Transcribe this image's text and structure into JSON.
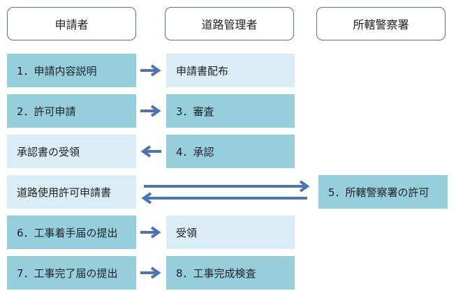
{
  "headers": {
    "applicant": "申請者",
    "road_admin": "道路管理者",
    "police": "所轄警察署"
  },
  "steps": {
    "row1_left": "1．申請内容説明",
    "row1_right": "申請書配布",
    "row2_left": "2．許可申請",
    "row2_right": "3．審査",
    "row3_left": "承認書の受領",
    "row3_right": "4．承認",
    "row4_left": "道路使用許可申請書",
    "row4_police": "5．所轄警察署の許可",
    "row5_left": "6．工事着手届の提出",
    "row5_right": "受領",
    "row6_left": "7．工事完了届の提出",
    "row6_right": "8．工事完成検査"
  },
  "colors": {
    "header_border": "#5b6f9b",
    "box_dark": "#95cedd",
    "box_light": "#daedf4",
    "arrow": "#4a74b3"
  }
}
